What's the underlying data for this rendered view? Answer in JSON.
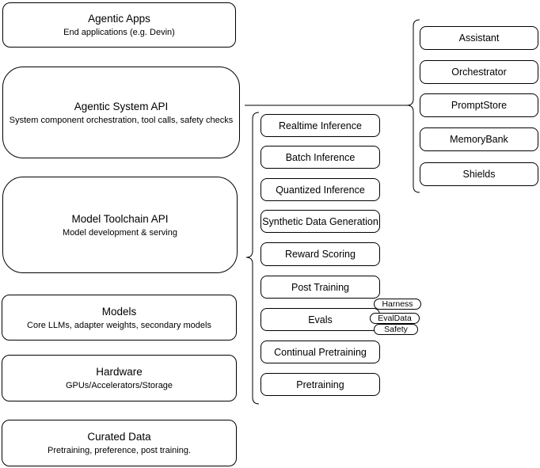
{
  "stack": [
    {
      "title": "Agentic Apps",
      "subtitle": "End applications (e.g. Devin)"
    },
    {
      "title": "Agentic System API",
      "subtitle": "System component orchestration, tool calls, safety checks"
    },
    {
      "title": "Model Toolchain API",
      "subtitle": "Model development & serving"
    },
    {
      "title": "Models",
      "subtitle": "Core LLMs, adapter weights, secondary models"
    },
    {
      "title": "Hardware",
      "subtitle": "GPUs/Accelerators/Storage"
    },
    {
      "title": "Curated Data",
      "subtitle": "Pretraining, preference, post training."
    }
  ],
  "toolchain_items": [
    "Realtime Inference",
    "Batch Inference",
    "Quantized Inference",
    "Synthetic Data Generation",
    "Reward Scoring",
    "Post Training",
    "Evals",
    "Continual Pretraining",
    "Pretraining"
  ],
  "eval_badges": [
    "Harness",
    "EvalData",
    "Safety"
  ],
  "system_components": [
    "Assistant",
    "Orchestrator",
    "PromptStore",
    "MemoryBank",
    "Shields"
  ],
  "colors": {
    "stroke": "#000000",
    "background": "#ffffff",
    "text": "#000000"
  }
}
